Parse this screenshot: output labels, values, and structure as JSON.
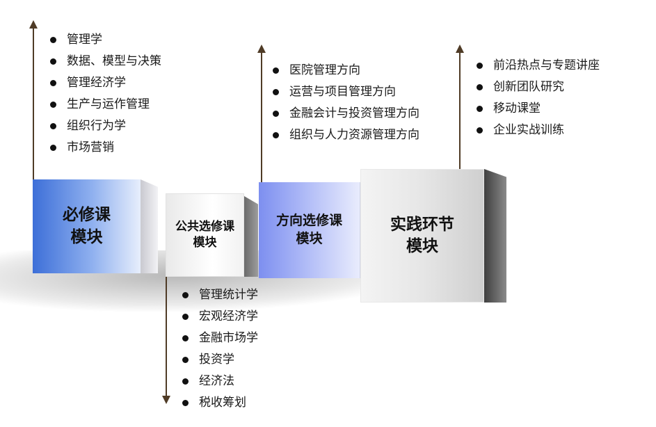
{
  "modules": [
    {
      "id": "required",
      "line1": "必修课",
      "line2": "模块",
      "items": [
        "管理学",
        "数据、模型与决策",
        "管理经济学",
        "生产与运作管理",
        "组织行为学",
        "市场营销"
      ]
    },
    {
      "id": "public-elective",
      "line1": "公共选修课",
      "line2": "模块",
      "items": [
        "管理统计学",
        "宏观经济学",
        "金融市场学",
        "投资学",
        "经济法",
        "税收筹划"
      ]
    },
    {
      "id": "direction-elective",
      "line1": "方向选修课",
      "line2": "模块",
      "items": [
        "医院管理方向",
        "运营与项目管理方向",
        "金融会计与投资管理方向",
        "组织与人力资源管理方向"
      ]
    },
    {
      "id": "practice",
      "line1": "实践环节",
      "line2": "模块",
      "items": [
        "前沿热点与专题讲座",
        "创新团队研究",
        "移动课堂",
        "企业实战训练"
      ]
    }
  ],
  "colors": {
    "required": "#3d6fd8",
    "direction": "#7d8ff0",
    "arrow": "#4f3b26"
  }
}
